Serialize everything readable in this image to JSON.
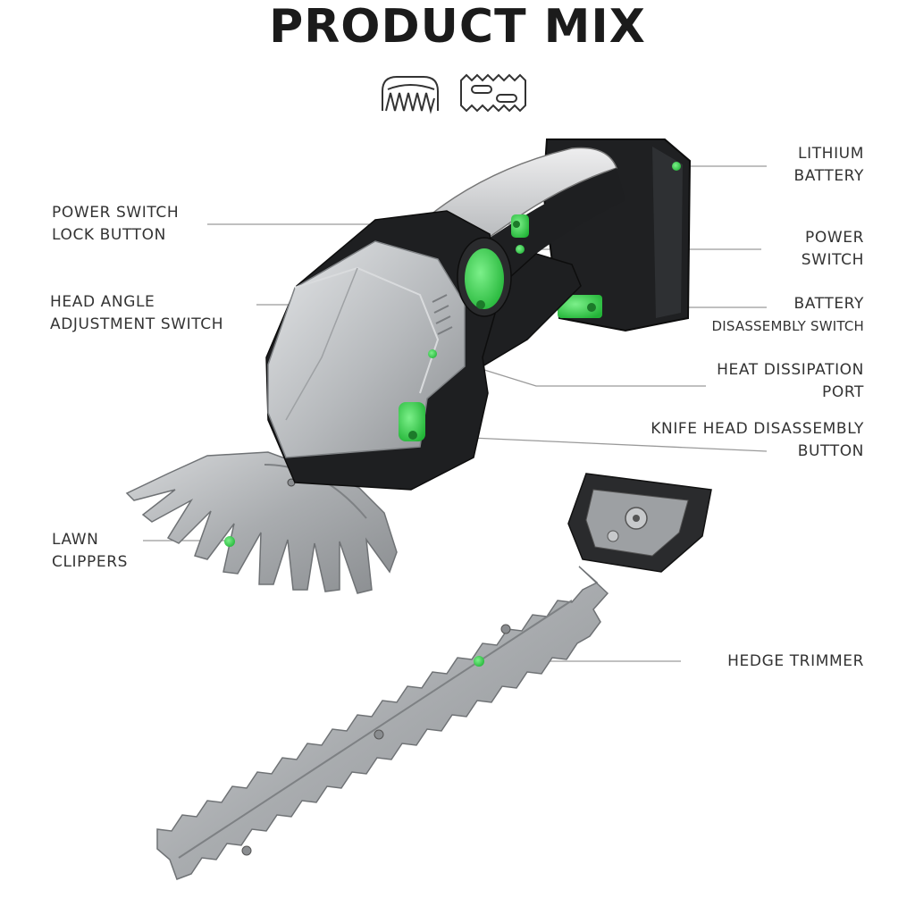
{
  "title": "PRODUCT MIX",
  "icons": [
    "shear-blade-icon",
    "hedge-blade-icon"
  ],
  "colors": {
    "accent_green": "#35d04a",
    "body_gray": "#b9bcbf",
    "body_dark": "#1e1f21",
    "blade_steel": "#b8bbbe",
    "leader_line": "#9a9a9a"
  },
  "labels": {
    "lithium_battery": [
      "LITHIUM",
      "BATTERY"
    ],
    "power_switch_lock": [
      "POWER SWITCH",
      "LOCK BUTTON"
    ],
    "power_switch": [
      "POWER",
      "SWITCH"
    ],
    "head_angle": [
      "HEAD ANGLE",
      "ADJUSTMENT SWITCH"
    ],
    "battery_disassembly": [
      "BATTERY",
      "DISASSEMBLY SWITCH"
    ],
    "heat_dissipation": [
      "HEAT DISSIPATION",
      "PORT"
    ],
    "knife_head": [
      "KNIFE HEAD DISASSEMBLY",
      "BUTTON"
    ],
    "lawn_clippers": [
      "LAWN",
      "CLIPPERS"
    ],
    "hedge_trimmer": [
      "HEDGE TRIMMER"
    ]
  }
}
